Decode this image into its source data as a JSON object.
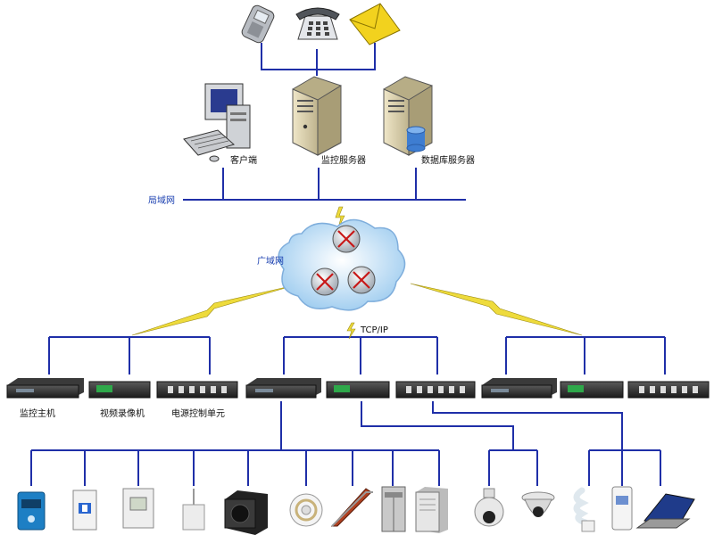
{
  "labels": {
    "client": "客户端",
    "monitor_server": "监控服务器",
    "database_server": "数据库服务器",
    "lan": "局域网",
    "wan": "广域网",
    "tcpip": "TCP/IP",
    "monitor_host": "监控主机",
    "video_recorder": "视频录像机",
    "power_control_unit": "电源控制单元"
  },
  "icons": {
    "top": [
      "mobile-phone-icon",
      "telephone-icon",
      "email-envelope-icon"
    ],
    "servers": [
      "client-computer-icon",
      "monitor-server-icon",
      "database-server-icon"
    ],
    "sensors": [
      "io-module-icon",
      "circuit-breaker-icon",
      "temperature-humidity-sensor-icon",
      "water-leak-sensor-icon",
      "air-conditioner-icon",
      "smoke-detector-icon",
      "escalator-icon",
      "elevator-icon",
      "power-cabinet-icon",
      "ptz-camera-icon",
      "dome-camera-icon",
      "energy-saving-lamp-icon",
      "access-control-icon",
      "laptop-icon"
    ]
  },
  "colors": {
    "line": "#1f2fa8",
    "lightning": "#e8d23a",
    "cloud": "#cfe6f8"
  }
}
